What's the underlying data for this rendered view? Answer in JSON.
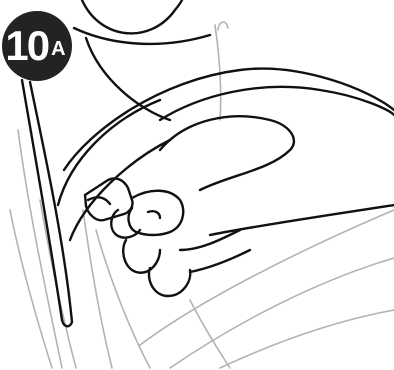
{
  "step": {
    "number": "10",
    "suffix": "A"
  },
  "illustration": {
    "icon": "hand-pressing-button-illustration",
    "colors": {
      "ink": "#111111",
      "gray": "#b3b3b3",
      "badge": "#232323"
    }
  }
}
